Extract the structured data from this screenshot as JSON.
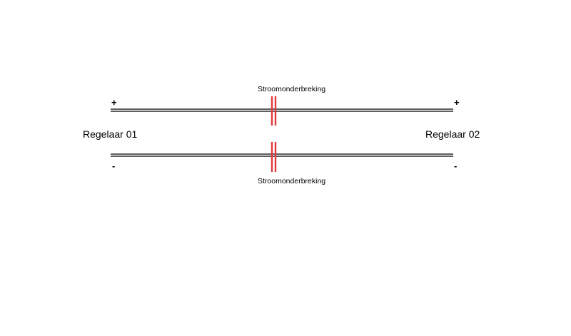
{
  "diagram": {
    "break_label_top": "Stroomonderbreking",
    "break_label_bottom": "Stroomonderbreking",
    "controller_left": "Regelaar 01",
    "controller_right": "Regelaar 02",
    "polarity_top_left": "+",
    "polarity_top_right": "+",
    "polarity_bottom_left": "-",
    "polarity_bottom_right": "-",
    "colors": {
      "rail": "#000000",
      "break": "#e03a3e",
      "background": "#ffffff"
    }
  }
}
